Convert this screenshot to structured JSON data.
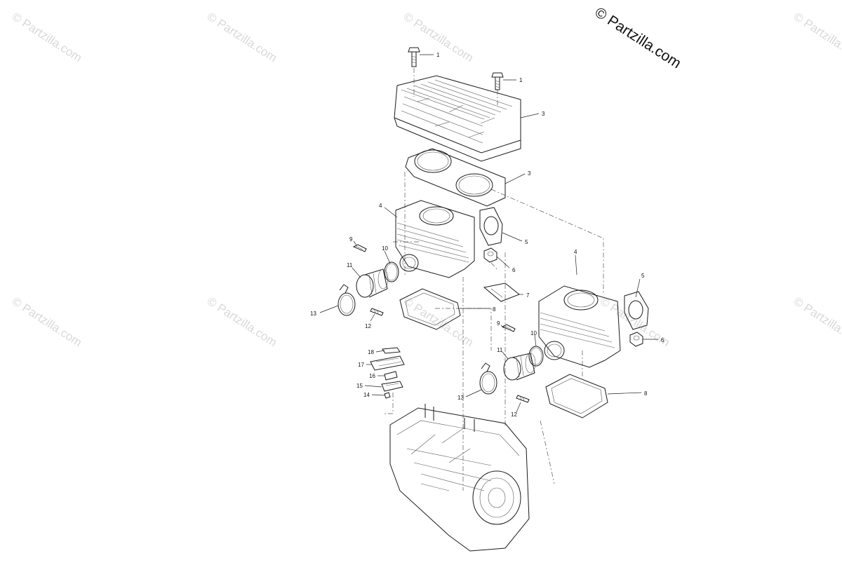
{
  "brand": "© Partzilla.com",
  "watermark": "© Partzilla.com",
  "diagram": {
    "parts": [
      {
        "key": "bolt_head_a",
        "callout": "1"
      },
      {
        "key": "bolt_head_b",
        "callout": "1"
      },
      {
        "key": "cylinder_head",
        "callout": "3"
      },
      {
        "key": "head_gasket",
        "callout": "3"
      },
      {
        "key": "cylinder_left",
        "callout": "4"
      },
      {
        "key": "cylinder_right",
        "callout": "4"
      },
      {
        "key": "exhaust_gasket_left",
        "callout": "5"
      },
      {
        "key": "exhaust_gasket_right",
        "callout": "5"
      },
      {
        "key": "nut_left",
        "callout": "6"
      },
      {
        "key": "nut_right",
        "callout": "6"
      },
      {
        "key": "bracket",
        "callout": "7"
      },
      {
        "key": "base_gasket_left",
        "callout": "8"
      },
      {
        "key": "base_gasket_right",
        "callout": "8"
      },
      {
        "key": "stud_left",
        "callout": "9"
      },
      {
        "key": "stud_right",
        "callout": "9"
      },
      {
        "key": "oring_left",
        "callout": "10"
      },
      {
        "key": "oring_right",
        "callout": "10"
      },
      {
        "key": "boot_left",
        "callout": "11"
      },
      {
        "key": "boot_right",
        "callout": "11"
      },
      {
        "key": "screw_left",
        "callout": "12"
      },
      {
        "key": "screw_right",
        "callout": "12"
      },
      {
        "key": "clamp_left",
        "callout": "13"
      },
      {
        "key": "clamp_right",
        "callout": "13"
      },
      {
        "key": "screw_small",
        "callout": "14"
      },
      {
        "key": "reed_stopper",
        "callout": "15"
      },
      {
        "key": "reed_petal",
        "callout": "16"
      },
      {
        "key": "reed_cage",
        "callout": "17"
      },
      {
        "key": "reed_plate",
        "callout": "18"
      }
    ]
  }
}
